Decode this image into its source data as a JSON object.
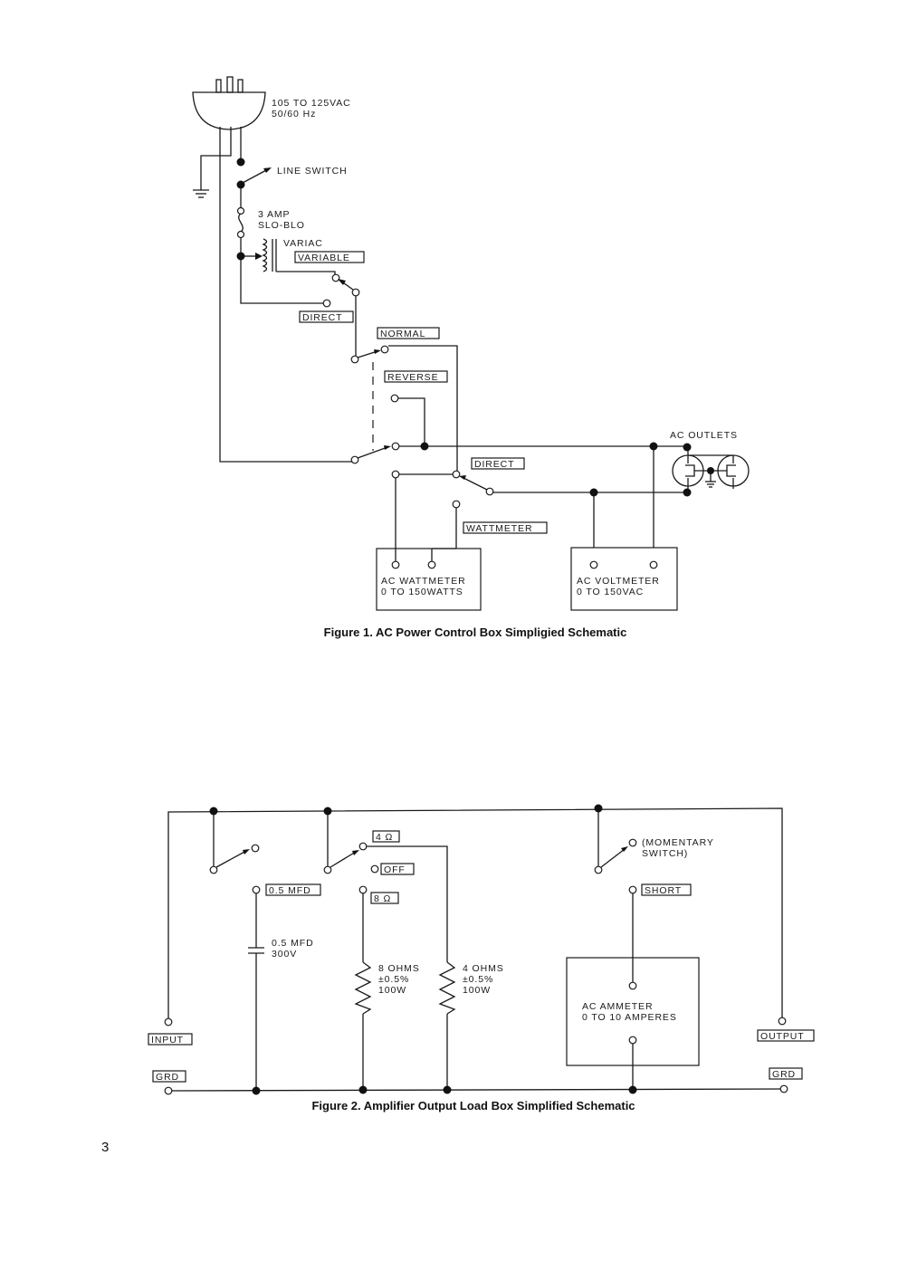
{
  "figure1": {
    "caption": "Figure 1. AC Power Control Box Simpligied Schematic",
    "labels": {
      "supply_voltage": "105 TO 125VAC",
      "supply_freq": "50/60 Hz",
      "line_switch": "LINE SWITCH",
      "fuse_rating": "3 AMP",
      "fuse_type": "SLO-BLO",
      "variac": "VARIAC",
      "variable": "VARIABLE",
      "direct": "DIRECT",
      "normal": "NORMAL",
      "reverse": "REVERSE",
      "ac_outlets": "AC OUTLETS",
      "direct_2": "DIRECT",
      "wattmeter": "WATTMETER",
      "wattmeter_title": "AC WATTMETER",
      "wattmeter_range": "0 TO 150WATTS",
      "voltmeter_title": "AC VOLTMETER",
      "voltmeter_range": "0 TO 150VAC"
    }
  },
  "figure2": {
    "caption": "Figure 2. Amplifier Output Load Box Simplified Schematic",
    "labels": {
      "four_ohm": "4 Ω",
      "off": "OFF",
      "eight_ohm": "8 Ω",
      "momentary_1": "(MOMENTARY",
      "momentary_2": "SWITCH)",
      "cap_switch": "0.5 MFD",
      "short": "SHORT",
      "cap_value": "0.5 MFD",
      "cap_voltage": "300V",
      "r8_value": "8 OHMS",
      "r8_tol": "±0.5%",
      "r8_power": "100W",
      "r4_value": "4 OHMS",
      "r4_tol": "±0.5%",
      "r4_power": "100W",
      "ammeter_title": "AC AMMETER",
      "ammeter_range": "0 TO 10 AMPERES",
      "input": "INPUT",
      "output": "OUTPUT",
      "grd_left": "GRD",
      "grd_right": "GRD"
    }
  },
  "page_number": "3"
}
